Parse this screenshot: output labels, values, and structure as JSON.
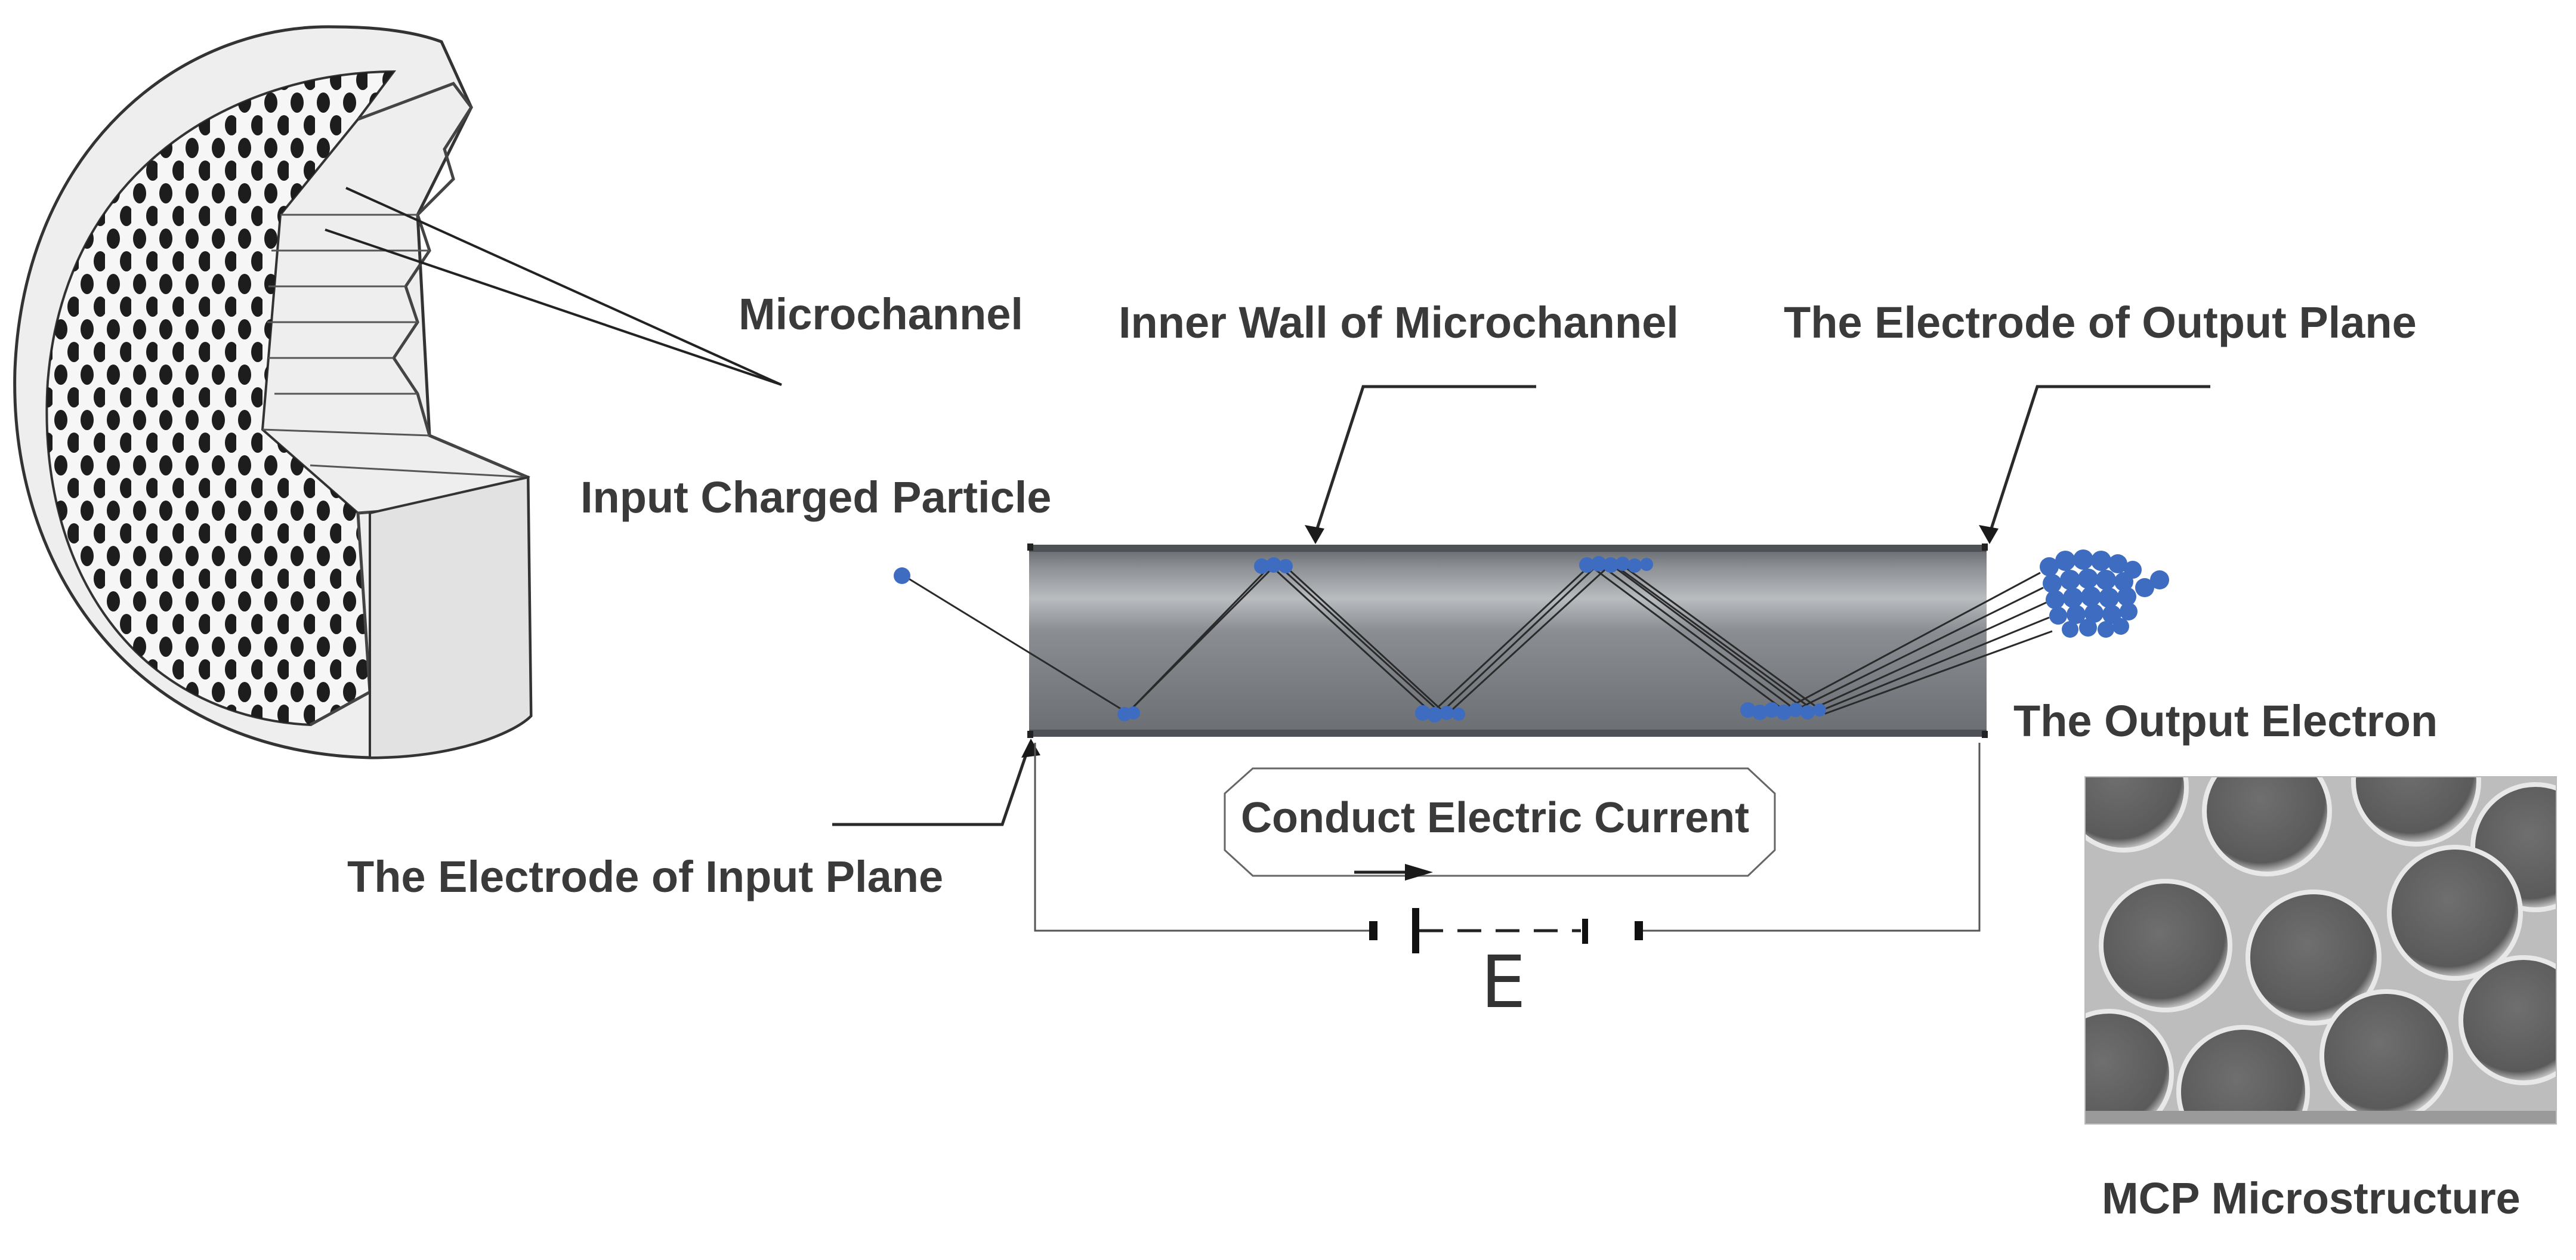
{
  "labels": {
    "microchannel": "Microchannel",
    "inner_wall": "Inner Wall of Microchannel",
    "output_electrode": "The Electrode of Output Plane",
    "input_particle": "Input Charged Particle",
    "output_electron": "The Output Electron",
    "current": "Conduct Electric Current",
    "input_electrode": "The Electrode of Input Plane",
    "battery": "E",
    "microstructure": "MCP Microstructure"
  },
  "colors": {
    "text": "#3a3a3a",
    "tube": "#7c8084",
    "electron": "#3d6cc0",
    "plate": "#e9e9e9"
  }
}
